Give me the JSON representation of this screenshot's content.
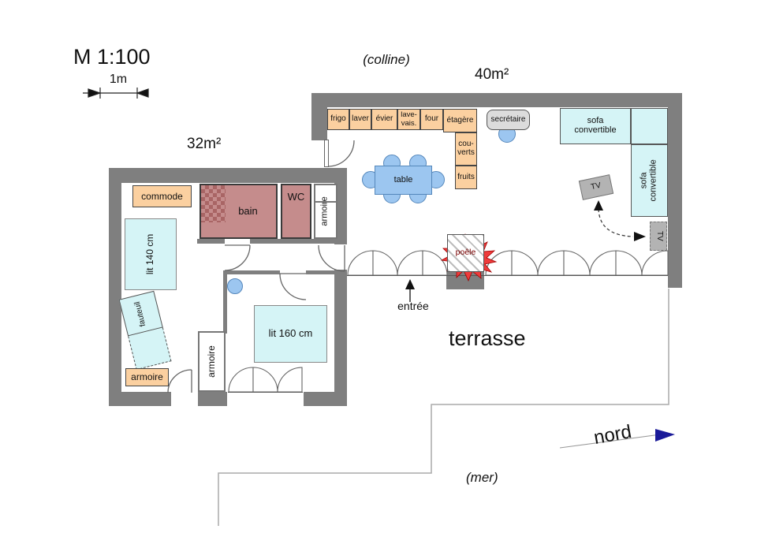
{
  "plan": {
    "scale_title": "M 1:100",
    "scale_unit": "1m",
    "north_label": "nord",
    "hill_label": "(colline)",
    "sea_label": "(mer)",
    "terrace_label": "terrasse",
    "entrance_label": "entrée"
  },
  "left_building": {
    "area": "32m²",
    "rooms": {
      "bath": "bain",
      "wc": "WC"
    },
    "furniture": {
      "commode": "commode",
      "armoire_bath": "armoire",
      "bed_small": "lit 140 cm",
      "armchair": "fauteuil",
      "armoire_corner": "armoire",
      "armoire_hall": "armoire",
      "bed_large": "lit 160 cm"
    }
  },
  "right_building": {
    "area": "40m²",
    "kitchen": {
      "units": [
        {
          "id": "fridge",
          "label": "frigo"
        },
        {
          "id": "washer",
          "label": "laver"
        },
        {
          "id": "sink",
          "label": "évier"
        },
        {
          "id": "dishwasher",
          "label": "lave-vais."
        },
        {
          "id": "oven",
          "label": "four"
        },
        {
          "id": "shelf",
          "label": "étagère"
        },
        {
          "id": "cutlery",
          "label": "cou-\nverts"
        },
        {
          "id": "fruit",
          "label": "fruits"
        }
      ]
    },
    "furniture": {
      "desk": "secrétaire",
      "table": "table",
      "sofa_top": "sofa convertible",
      "sofa_right": "sofa convertible",
      "tv_main": "TV",
      "tv_alt": "TV",
      "stove": "poêle"
    }
  }
}
